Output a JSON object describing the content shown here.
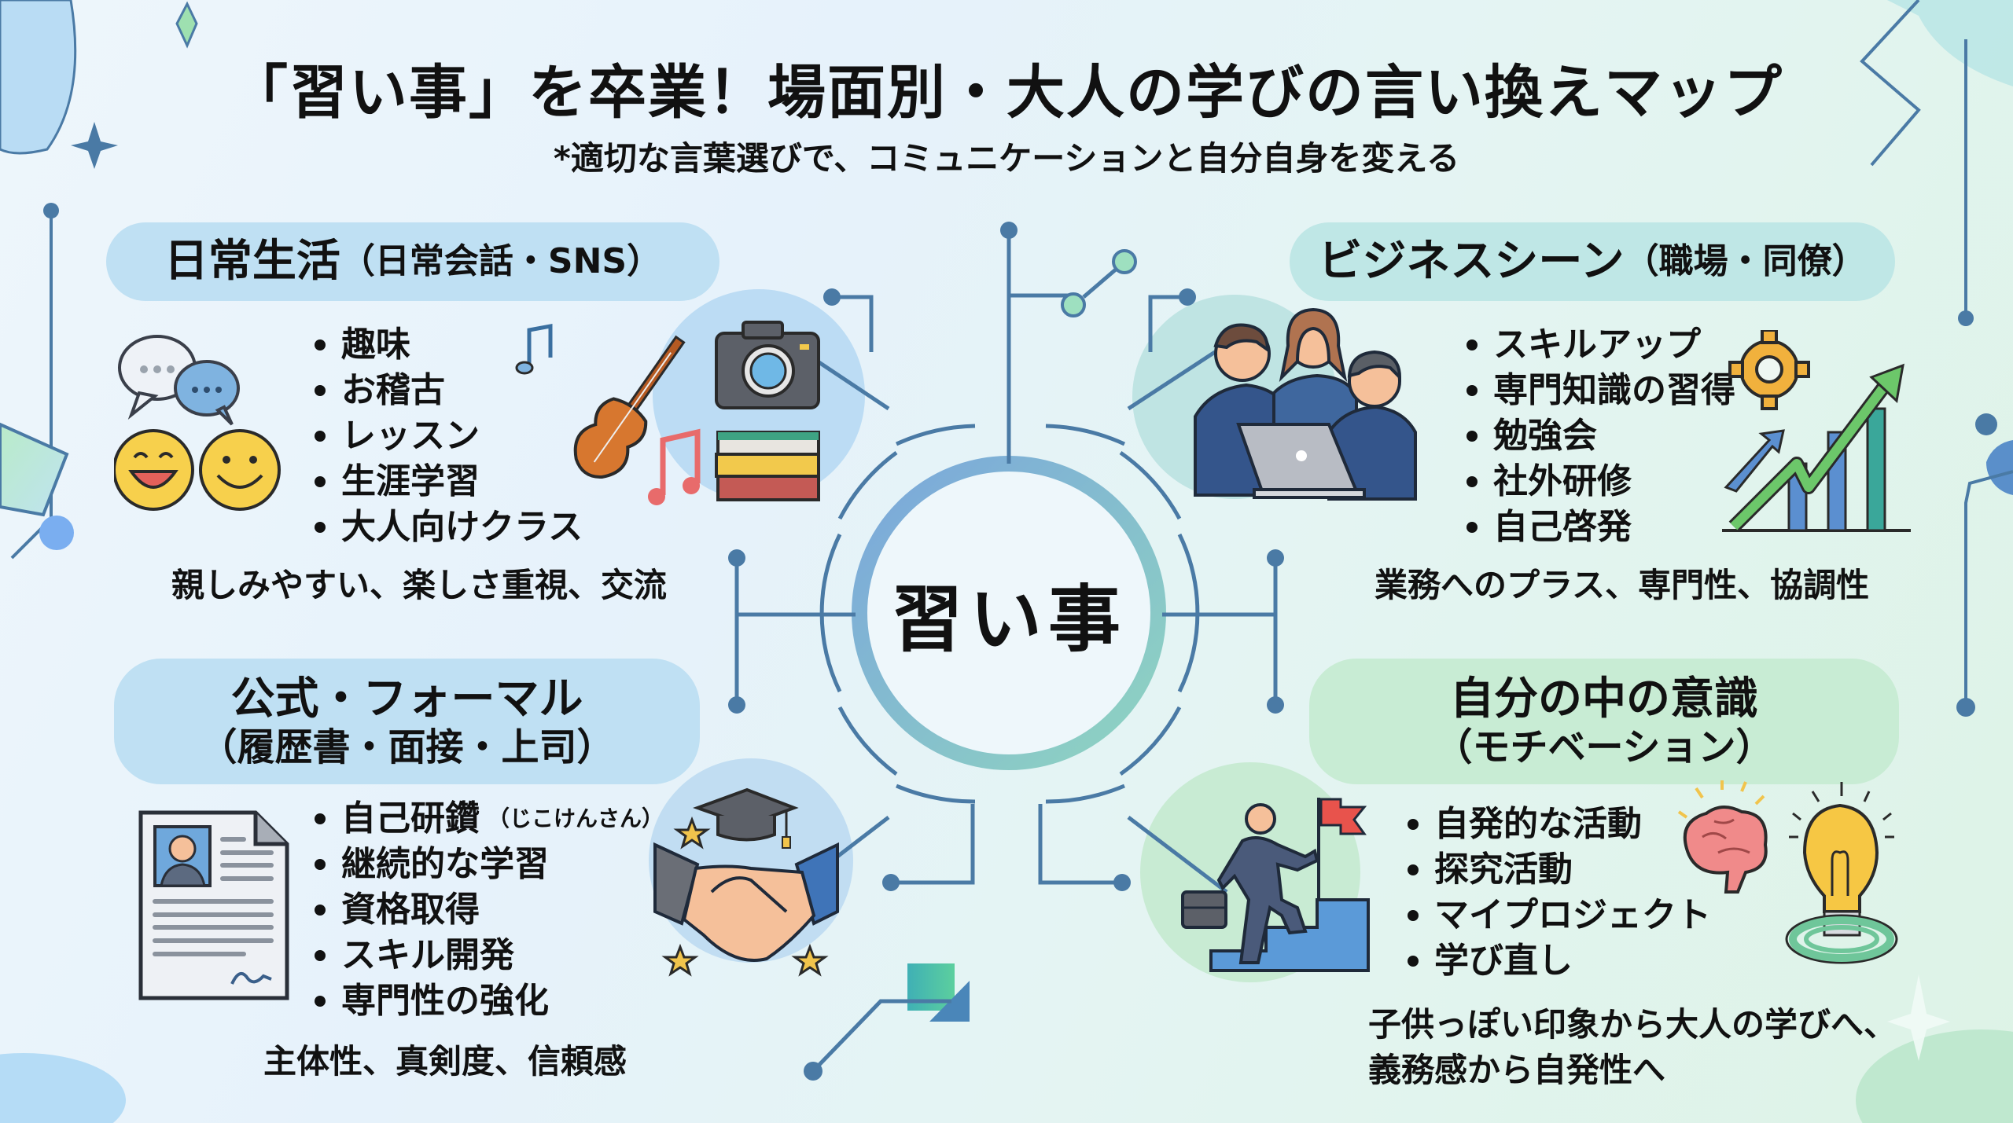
{
  "header": {
    "title": "「習い事」を卒業！場面別・大人の学びの言い換えマップ",
    "subtitle": "*適切な言葉選びで、コミュニケーションと自分自身を変える"
  },
  "hub": {
    "label": "習い事"
  },
  "quadrants": {
    "daily": {
      "heading": "日常生活",
      "context": "（日常会話・SNS）",
      "items": [
        "趣味",
        "お稽古",
        "レッスン",
        "生涯学習",
        "大人向けクラス"
      ],
      "summary": "親しみやすい、楽しさ重視、交流",
      "icons": [
        "speech-bubbles-icon",
        "laughing-face-icon",
        "smiling-face-icon",
        "music-note-icon",
        "violin-icon",
        "camera-icon",
        "book-stack-icon"
      ]
    },
    "business": {
      "heading": "ビジネスシーン",
      "context": "（職場・同僚）",
      "items": [
        "スキルアップ",
        "専門知識の習得",
        "勉強会",
        "社外研修",
        "自己啓発"
      ],
      "summary": "業務へのプラス、専門性、協調性",
      "icons": [
        "business-team-icon",
        "laptop-icon",
        "gear-icon",
        "growth-chart-icon"
      ]
    },
    "formal": {
      "heading": "公式・フォーマル",
      "context": "（履歴書・面接・上司）",
      "items": [
        "自己研鑽",
        "継続的な学習",
        "資格取得",
        "スキル開発",
        "専門性の強化"
      ],
      "item_ruby": {
        "0": "（じこけんさん）"
      },
      "summary": "主体性、真剣度、信頼感",
      "icons": [
        "resume-icon",
        "graduation-cap-icon",
        "handshake-icon",
        "star-icon"
      ]
    },
    "mindset": {
      "heading": "自分の中の意識",
      "context": "（モチベーション）",
      "items": [
        "自発的な活動",
        "探究活動",
        "マイプロジェクト",
        "学び直し"
      ],
      "summary_lines": [
        "子供っぽい印象から大人の学びへ、",
        "義務感から自発性へ"
      ],
      "icons": [
        "climbing-stairs-icon",
        "flag-icon",
        "brain-icon",
        "light-bulb-icon"
      ]
    }
  },
  "colors": {
    "line": "#4a7aa5",
    "pill_blue": "#bfe0f3",
    "pill_teal": "#bfe7e6",
    "pill_green": "#c8ecd4",
    "hub_ring_start": "#7aa6dc",
    "hub_ring_end": "#8fd5c0",
    "suit": "#3b5b8e",
    "skin": "#f5c09a"
  }
}
